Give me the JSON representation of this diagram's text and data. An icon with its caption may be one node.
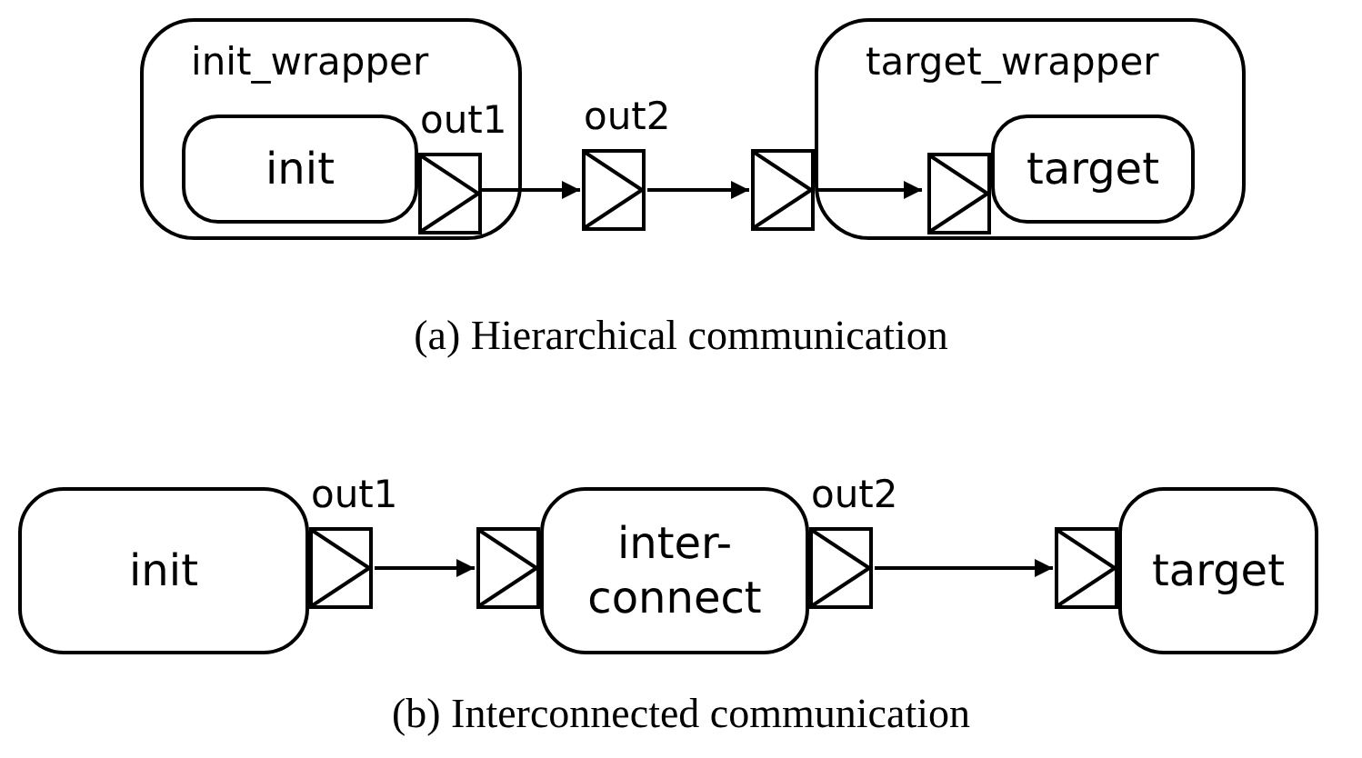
{
  "diagram": {
    "nodes": [
      {
        "text": [
          "init_wrapper"
        ]
      },
      {
        "text": [
          "init"
        ],
        "in": 0
      },
      {
        "text": [],
        "shape": "box",
        "in": 0,
        "beside": [
          "out1"
        ]
      },
      {
        "text": [],
        "shape": "box",
        "beside": [
          "out2"
        ]
      },
      {
        "text": [],
        "shape": "box"
      },
      {
        "text": [
          "target_wrapper"
        ]
      },
      {
        "text": [],
        "shape": "box",
        "in": 5
      },
      {
        "text": [
          "target"
        ],
        "in": 5
      },
      {
        "text": [
          "init"
        ]
      },
      {
        "text": [],
        "shape": "box",
        "beside": [
          "out1"
        ]
      },
      {
        "text": [],
        "shape": "box"
      },
      {
        "text": [
          "inter- connect"
        ]
      },
      {
        "text": [],
        "shape": "box",
        "beside": [
          "out2"
        ]
      },
      {
        "text": [],
        "shape": "box"
      },
      {
        "text": [
          "target"
        ]
      }
    ],
    "edges": [
      {
        "from": 2,
        "to": 3,
        "arrow": "to"
      },
      {
        "from": 3,
        "to": 4,
        "arrow": "to"
      },
      {
        "from": 4,
        "to": 6,
        "arrow": "to"
      },
      {
        "from": 9,
        "to": 10,
        "arrow": "to"
      },
      {
        "from": 12,
        "to": 13,
        "arrow": "to"
      }
    ],
    "labels": [
      "(a) Hierarchical communication",
      "(b) Interconnected communication"
    ]
  }
}
